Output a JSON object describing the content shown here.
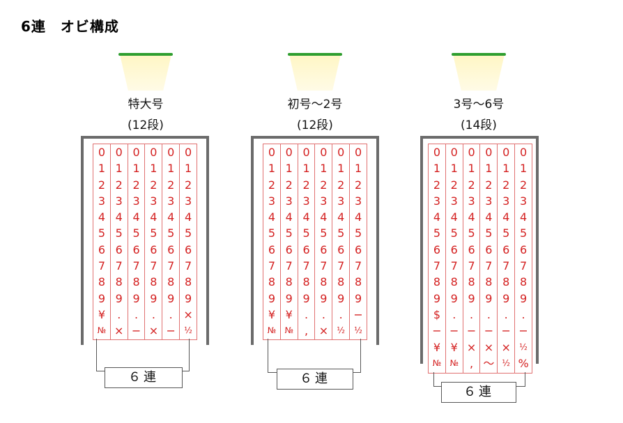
{
  "title": "6連　オビ構成",
  "colors": {
    "char": "#d42020",
    "grid": "#e07070",
    "frame": "#6b6b6b",
    "lamp": "#2f9e2f"
  },
  "units": [
    {
      "size_label": "特大号",
      "rows_label": "(12段)",
      "box_label": "６連",
      "columns": [
        [
          "0",
          "1",
          "2",
          "3",
          "4",
          "5",
          "6",
          "7",
          "8",
          "9",
          "¥",
          "№"
        ],
        [
          "0",
          "1",
          "2",
          "3",
          "4",
          "5",
          "6",
          "7",
          "8",
          "9",
          ".",
          "×"
        ],
        [
          "0",
          "1",
          "2",
          "3",
          "4",
          "5",
          "6",
          "7",
          "8",
          "9",
          ".",
          "−"
        ],
        [
          "0",
          "1",
          "2",
          "3",
          "4",
          "5",
          "6",
          "7",
          "8",
          "9",
          ".",
          "×"
        ],
        [
          "0",
          "1",
          "2",
          "3",
          "4",
          "5",
          "6",
          "7",
          "8",
          "9",
          ".",
          "−"
        ],
        [
          "0",
          "1",
          "2",
          "3",
          "4",
          "5",
          "6",
          "7",
          "8",
          "9",
          "×",
          "½"
        ]
      ]
    },
    {
      "size_label": "初号〜2号",
      "rows_label": "(12段)",
      "box_label": "６連",
      "columns": [
        [
          "0",
          "1",
          "2",
          "3",
          "4",
          "5",
          "6",
          "7",
          "8",
          "9",
          "¥",
          "№"
        ],
        [
          "0",
          "1",
          "2",
          "3",
          "4",
          "5",
          "6",
          "7",
          "8",
          "9",
          "¥",
          "№"
        ],
        [
          "0",
          "1",
          "2",
          "3",
          "4",
          "5",
          "6",
          "7",
          "8",
          "9",
          ".",
          ","
        ],
        [
          "0",
          "1",
          "2",
          "3",
          "4",
          "5",
          "6",
          "7",
          "8",
          "9",
          ".",
          "×"
        ],
        [
          "0",
          "1",
          "2",
          "3",
          "4",
          "5",
          "6",
          "7",
          "8",
          "9",
          ".",
          "½"
        ],
        [
          "0",
          "1",
          "2",
          "3",
          "4",
          "5",
          "6",
          "7",
          "8",
          "9",
          "−",
          "½"
        ]
      ]
    },
    {
      "size_label": "3号〜6号",
      "rows_label": "(14段)",
      "box_label": "６連",
      "columns": [
        [
          "0",
          "1",
          "2",
          "3",
          "4",
          "5",
          "6",
          "7",
          "8",
          "9",
          "$",
          "−",
          "¥",
          "№"
        ],
        [
          "0",
          "1",
          "2",
          "3",
          "4",
          "5",
          "6",
          "7",
          "8",
          "9",
          ".",
          "−",
          "¥",
          "№"
        ],
        [
          "0",
          "1",
          "2",
          "3",
          "4",
          "5",
          "6",
          "7",
          "8",
          "9",
          ".",
          "−",
          "×",
          ","
        ],
        [
          "0",
          "1",
          "2",
          "3",
          "4",
          "5",
          "6",
          "7",
          "8",
          "9",
          ".",
          "−",
          "×",
          "〜"
        ],
        [
          "0",
          "1",
          "2",
          "3",
          "4",
          "5",
          "6",
          "7",
          "8",
          "9",
          ".",
          "−",
          "×",
          "½"
        ],
        [
          "0",
          "1",
          "2",
          "3",
          "4",
          "5",
          "6",
          "7",
          "8",
          "9",
          ".",
          "−",
          "½",
          "%"
        ]
      ]
    }
  ]
}
